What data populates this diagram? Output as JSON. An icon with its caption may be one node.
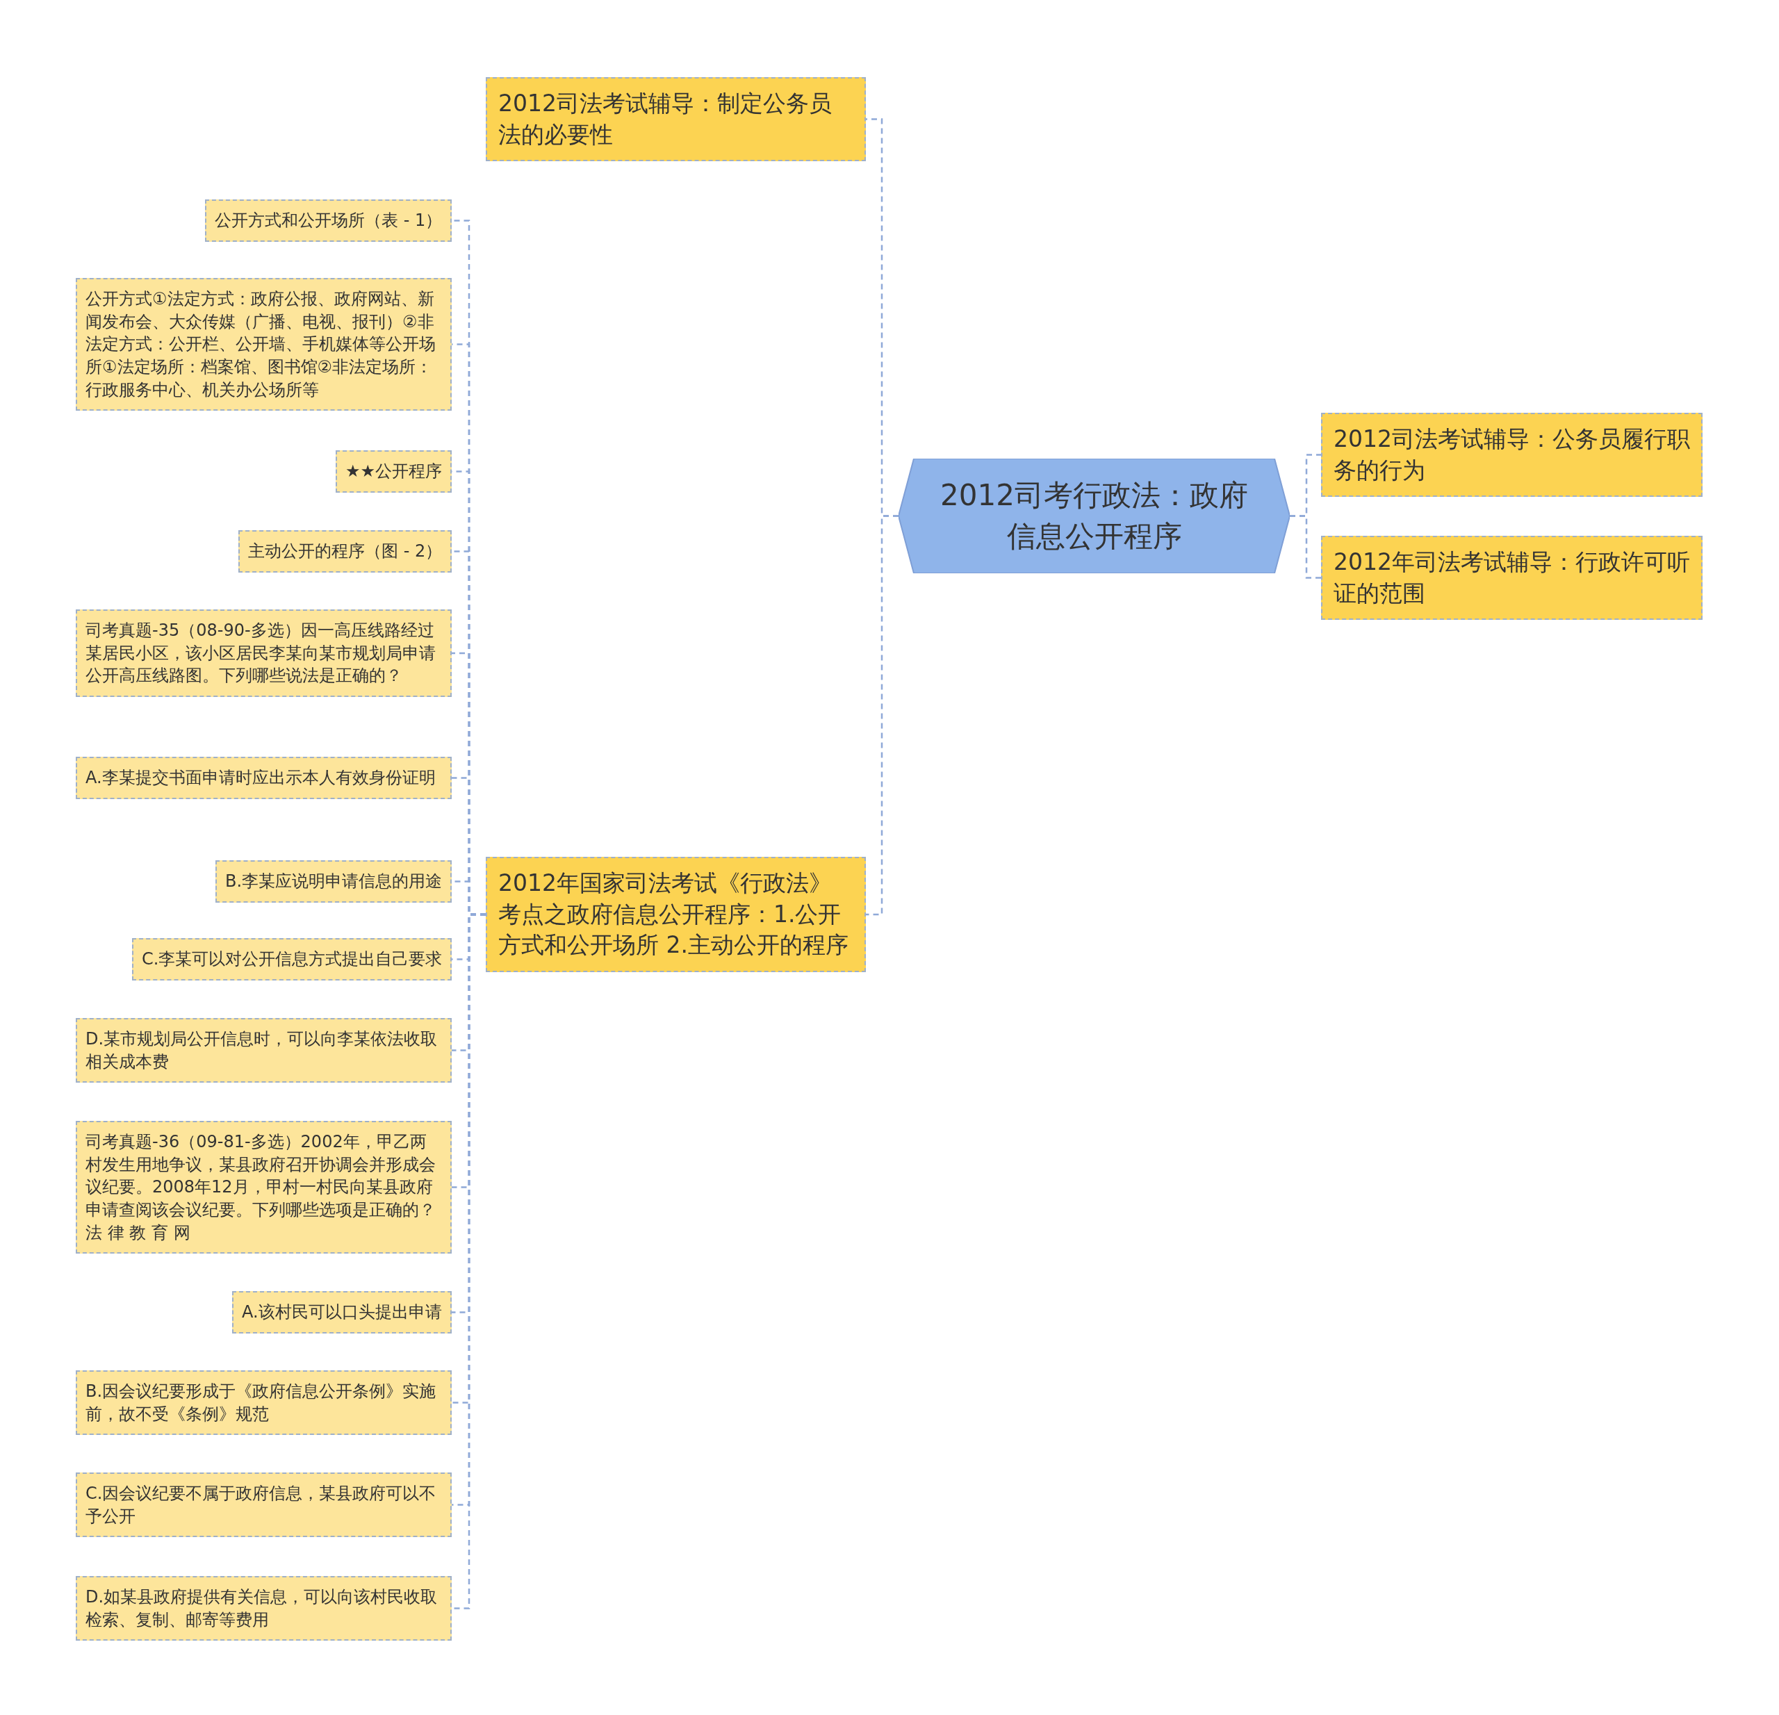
{
  "diagram": {
    "nodes": [
      {
        "text": [
          "2012司考行政法：政府信息公开程序"
        ]
      },
      {
        "text": [
          "2012司法考试辅导：制定公务员法的必要性"
        ]
      },
      {
        "text": [
          "2012年国家司法考试《行政法》考点之政府信息公开程序：1.公开方式和公开场所  2.主动公开的程序"
        ]
      },
      {
        "text": [
          "2012司法考试辅导：公务员履行职务的行为"
        ]
      },
      {
        "text": [
          "2012年司法考试辅导：行政许可听证的范围"
        ]
      },
      {
        "text": [
          "公开方式和公开场所（表 - 1）"
        ]
      },
      {
        "text": [
          "公开方式①法定方式：政府公报、政府网站、新闻发布会、大众传媒（广播、电视、报刊）②非法定方式：公开栏、公开墙、手机媒体等公开场所①法定场所：档案馆、图书馆②非法定场所：行政服务中心、机关办公场所等"
        ]
      },
      {
        "text": [
          "★★公开程序"
        ]
      },
      {
        "text": [
          "主动公开的程序（图 - 2）"
        ]
      },
      {
        "text": [
          "司考真题-35（08-90-多选）因一高压线路经过某居民小区，该小区居民李某向某市规划局申请公开高压线路图。下列哪些说法是正确的？"
        ]
      },
      {
        "text": [
          "A.李某提交书面申请时应出示本人有效身份证明"
        ]
      },
      {
        "text": [
          "B.李某应说明申请信息的用途"
        ]
      },
      {
        "text": [
          "C.李某可以对公开信息方式提出自己要求"
        ]
      },
      {
        "text": [
          "D.某市规划局公开信息时，可以向李某依法收取相关成本费"
        ]
      },
      {
        "text": [
          "司考真题-36（09-81-多选）2002年，甲乙两村发生用地争议，某县政府召开协调会并形成会议纪要。2008年12月，甲村一村民向某县政府申请查阅该会议纪要。下列哪些选项是正确的？法 律 教 育 网"
        ]
      },
      {
        "text": [
          "A.该村民可以口头提出申请"
        ]
      },
      {
        "text": [
          "B.因会议纪要形成于《政府信息公开条例》实施前，故不受《条例》规范"
        ]
      },
      {
        "text": [
          "C.因会议纪要不属于政府信息，某县政府可以不予公开"
        ]
      },
      {
        "text": [
          "D.如某县政府提供有关信息，可以向该村民收取检索、复制、邮寄等费用"
        ]
      }
    ],
    "edges": [
      {
        "from": 0,
        "to": 1,
        "arrow": "none"
      },
      {
        "from": 0,
        "to": 2,
        "arrow": "none"
      },
      {
        "from": 0,
        "to": 3,
        "arrow": "none"
      },
      {
        "from": 0,
        "to": 4,
        "arrow": "none"
      },
      {
        "from": 2,
        "to": 5,
        "arrow": "none"
      },
      {
        "from": 2,
        "to": 6,
        "arrow": "none"
      },
      {
        "from": 2,
        "to": 7,
        "arrow": "none"
      },
      {
        "from": 2,
        "to": 8,
        "arrow": "none"
      },
      {
        "from": 2,
        "to": 9,
        "arrow": "none"
      },
      {
        "from": 2,
        "to": 10,
        "arrow": "none"
      },
      {
        "from": 2,
        "to": 11,
        "arrow": "none"
      },
      {
        "from": 2,
        "to": 12,
        "arrow": "none"
      },
      {
        "from": 2,
        "to": 13,
        "arrow": "none"
      },
      {
        "from": 2,
        "to": 14,
        "arrow": "none"
      },
      {
        "from": 2,
        "to": 15,
        "arrow": "none"
      },
      {
        "from": 2,
        "to": 16,
        "arrow": "none"
      },
      {
        "from": 2,
        "to": 17,
        "arrow": "none"
      },
      {
        "from": 2,
        "to": 18,
        "arrow": "none"
      }
    ]
  }
}
